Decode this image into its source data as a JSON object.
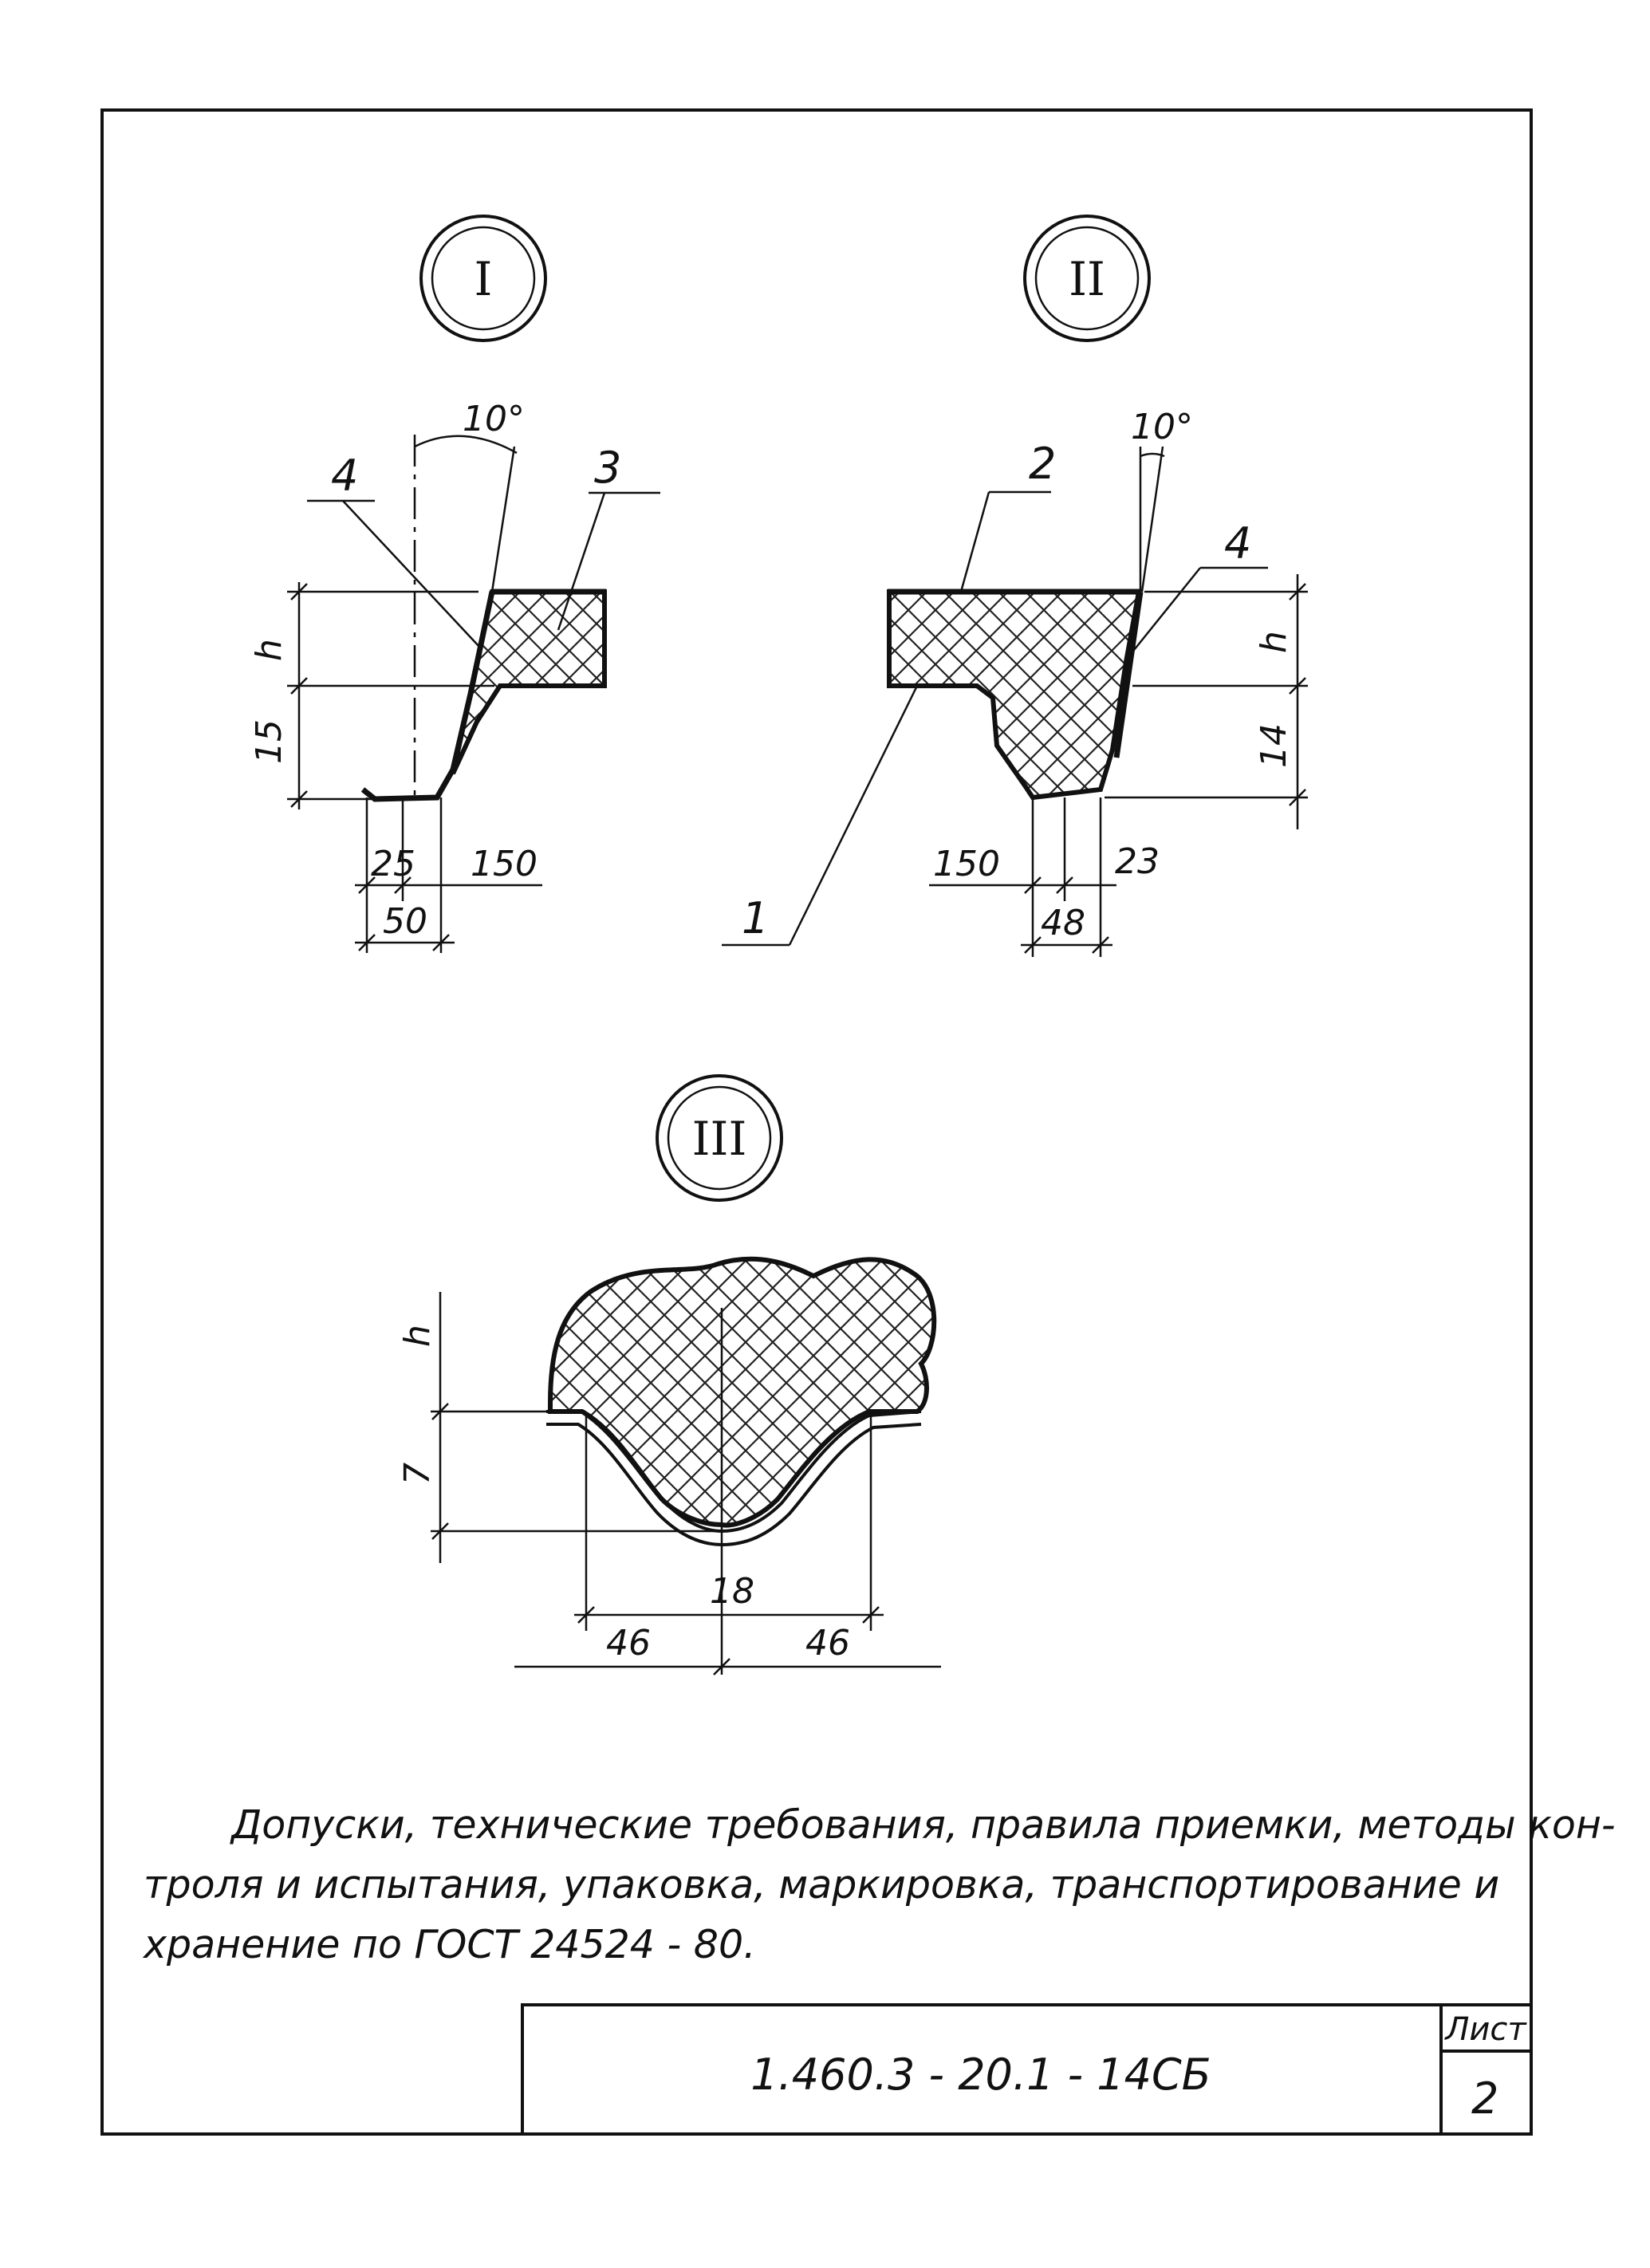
{
  "views": {
    "v1": {
      "roman": "I",
      "angle": "10°",
      "callouts": [
        "4",
        "3"
      ],
      "dims": {
        "h": "h",
        "h2": "15",
        "w1": "25",
        "w2": "150",
        "w3": "50"
      }
    },
    "v2": {
      "roman": "II",
      "angle": "10°",
      "callouts": [
        "2",
        "4",
        "1"
      ],
      "dims": {
        "h": "h",
        "h2": "14",
        "w1": "150",
        "w2": "23",
        "w3": "48"
      }
    },
    "v3": {
      "roman": "III",
      "dims": {
        "h": "h",
        "h2": "7",
        "w1": "18",
        "w2": "46",
        "w3": "46"
      }
    }
  },
  "notes": {
    "line1": "Допуски, технические требования, правила приемки, методы кон-",
    "line2": "троля и испытания, упаковка, маркировка, транспортирование и",
    "line3": "хранение по ГОСТ 24524 - 80."
  },
  "title_block": {
    "code": "1.460.3 - 20.1 - 14СБ",
    "sheet_label": "Лист",
    "sheet_number": "2"
  }
}
